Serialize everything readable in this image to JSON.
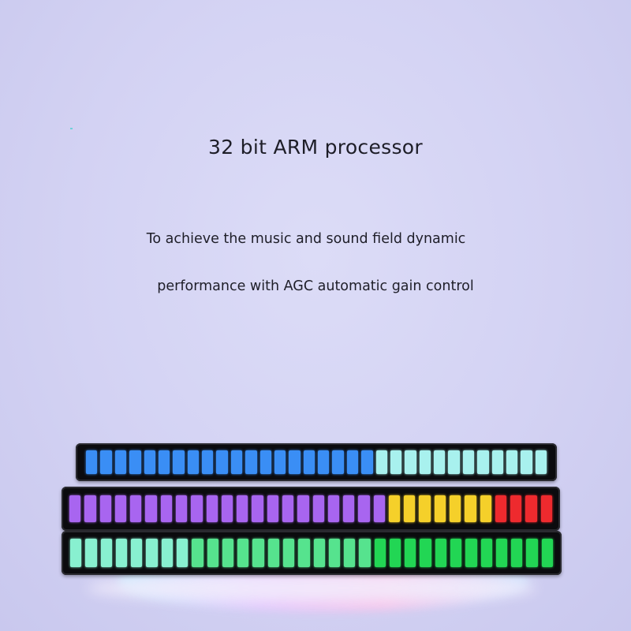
{
  "headline": "32 bit ARM processor",
  "description_lines": [
    "To achieve the music and sound field dynamic",
    "performance with AGC automatic gain control"
  ],
  "led_bars": [
    {
      "segments": 32,
      "colors": [
        {
          "from": 0,
          "to": 20,
          "color": "#3a8ef5"
        },
        {
          "from": 20,
          "to": 32,
          "color": "#a8f1ee"
        }
      ]
    },
    {
      "segments": 32,
      "colors": [
        {
          "from": 0,
          "to": 21,
          "color": "#a865f0"
        },
        {
          "from": 21,
          "to": 28,
          "color": "#f5d02a"
        },
        {
          "from": 28,
          "to": 32,
          "color": "#ee2a2e"
        }
      ]
    },
    {
      "segments": 32,
      "colors": [
        {
          "from": 0,
          "to": 8,
          "color": "#88f0d0"
        },
        {
          "from": 8,
          "to": 20,
          "color": "#56e38e"
        },
        {
          "from": 20,
          "to": 32,
          "color": "#22d654"
        }
      ]
    }
  ]
}
